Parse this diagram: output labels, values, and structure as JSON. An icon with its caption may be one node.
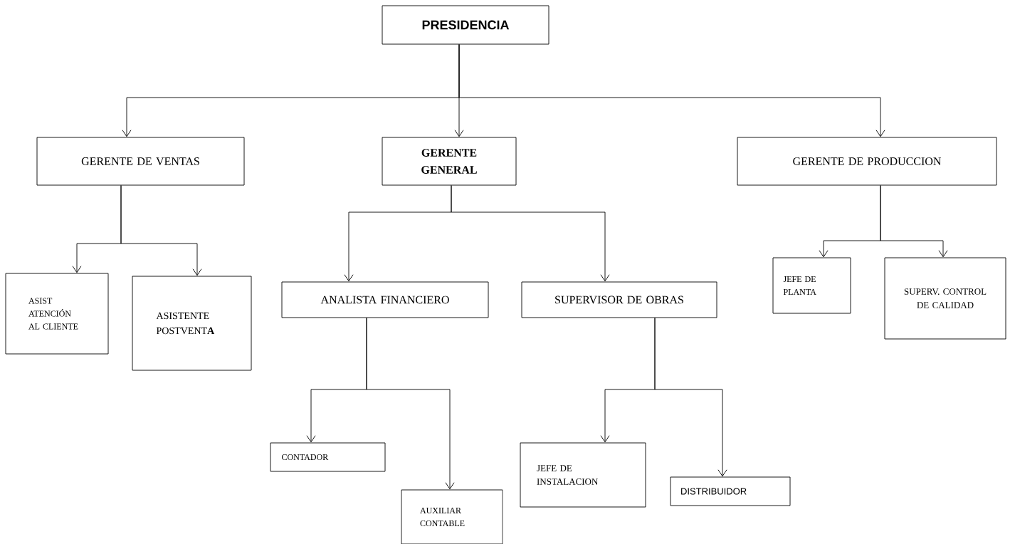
{
  "diagram": {
    "nodes": [
      {
        "text": [
          "PRESIDENCIA"
        ]
      },
      {
        "text": [
          "GERENTE DE VENTAS"
        ]
      },
      {
        "text": [
          "GERENTE GENERAL"
        ]
      },
      {
        "text": [
          "GERENTE DE PRODUCCION"
        ]
      },
      {
        "text": [
          "ASIST ATENCIÓN AL CLIENTE"
        ]
      },
      {
        "text": [
          "ASISTENTE POSTVENT**A**"
        ]
      },
      {
        "text": [
          "ANALISTA FINANCIERO"
        ]
      },
      {
        "text": [
          "SUPERVISOR DE OBRAS"
        ]
      },
      {
        "text": [
          "JEFE DE PLANTA"
        ]
      },
      {
        "text": [
          "SUPERV. CONTROL DE CALIDAD"
        ]
      },
      {
        "text": [
          "CONTADOR"
        ]
      },
      {
        "text": [
          "AUXILIAR CONTABLE"
        ]
      },
      {
        "text": [
          "JEFE DE INSTALACION"
        ]
      },
      {
        "text": [
          "DISTRIBUIDOR"
        ]
      }
    ],
    "edges": [
      {
        "from": 0,
        "to": 1,
        "arrow": "to"
      },
      {
        "from": 0,
        "to": 2,
        "arrow": "to"
      },
      {
        "from": 0,
        "to": 3,
        "arrow": "to"
      },
      {
        "from": 1,
        "to": 4,
        "arrow": "to"
      },
      {
        "from": 1,
        "to": 5,
        "arrow": "to"
      },
      {
        "from": 2,
        "to": 6,
        "arrow": "to"
      },
      {
        "from": 2,
        "to": 7,
        "arrow": "to"
      },
      {
        "from": 3,
        "to": 8,
        "arrow": "to"
      },
      {
        "from": 3,
        "to": 9,
        "arrow": "to"
      },
      {
        "from": 6,
        "to": 10,
        "arrow": "to"
      },
      {
        "from": 6,
        "to": 11,
        "arrow": "to"
      },
      {
        "from": 7,
        "to": 12,
        "arrow": "to"
      },
      {
        "from": 7,
        "to": 13,
        "arrow": "to"
      }
    ]
  }
}
